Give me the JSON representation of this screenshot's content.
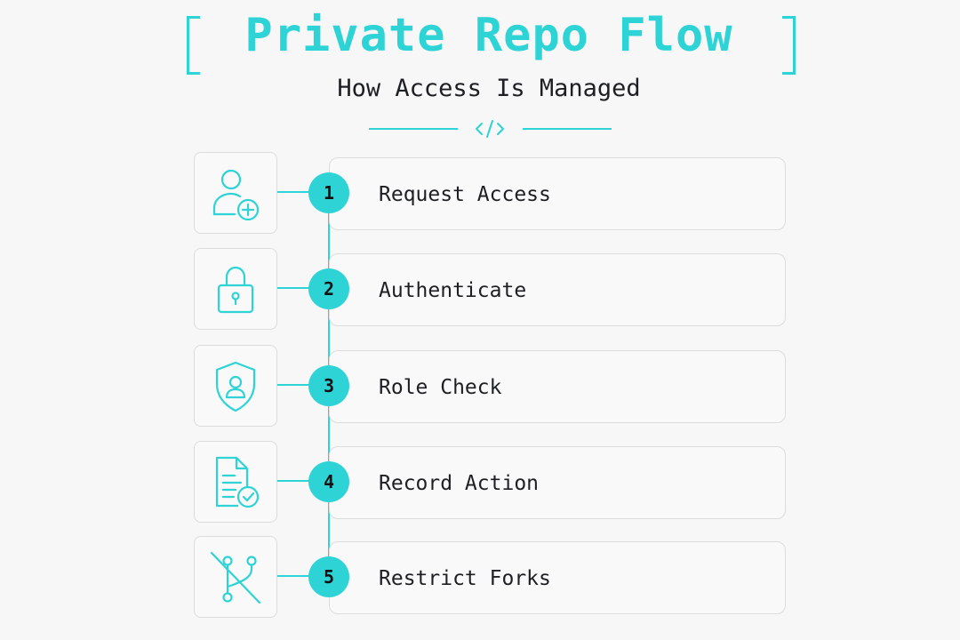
{
  "header": {
    "title": "Private Repo Flow",
    "subtitle": "How Access Is Managed",
    "divider_icon": "code-icon"
  },
  "colors": {
    "accent": "#2ed3d6",
    "text": "#1d1f22",
    "background": "#f7f7f7",
    "border": "#dcdcdc"
  },
  "steps": [
    {
      "number": "1",
      "label": "Request Access",
      "icon": "user-plus-icon"
    },
    {
      "number": "2",
      "label": "Authenticate",
      "icon": "lock-icon"
    },
    {
      "number": "3",
      "label": "Role Check",
      "icon": "shield-user-icon"
    },
    {
      "number": "4",
      "label": "Record Action",
      "icon": "document-check-icon"
    },
    {
      "number": "5",
      "label": "Restrict Forks",
      "icon": "fork-blocked-icon"
    }
  ]
}
